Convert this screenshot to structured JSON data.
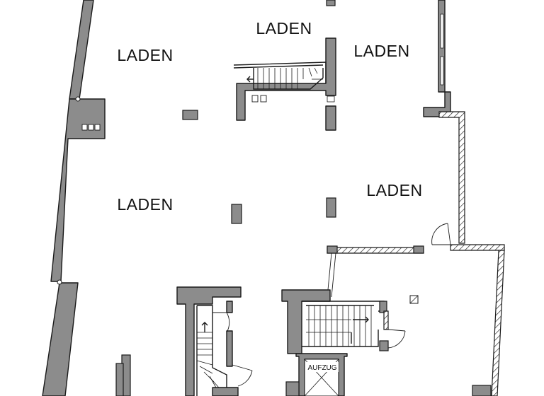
{
  "rooms": [
    {
      "label": "LADEN"
    },
    {
      "label": "LADEN"
    },
    {
      "label": "LADEN"
    },
    {
      "label": "LADEN"
    },
    {
      "label": "LADEN"
    }
  ],
  "elevator": {
    "label": "AUFZUG"
  }
}
